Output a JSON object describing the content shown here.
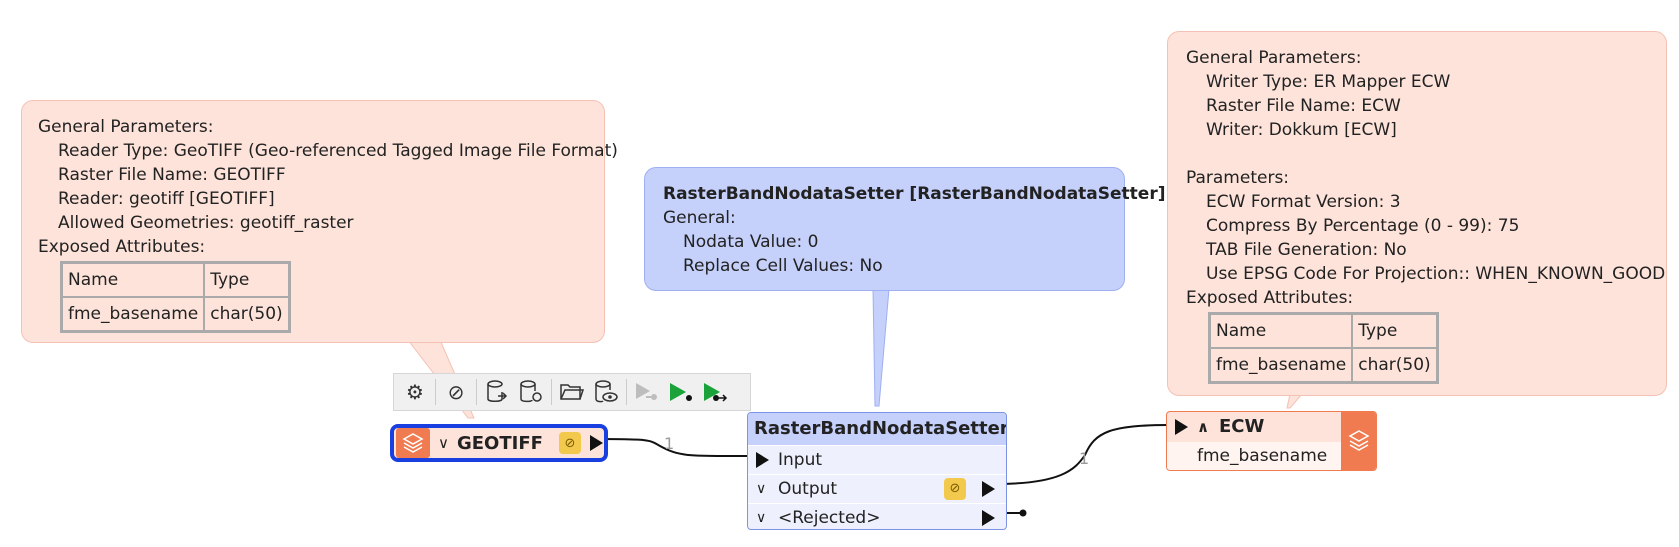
{
  "reader_bubble": {
    "heading": "General Parameters:",
    "lines": [
      "Reader Type: GeoTIFF (Geo-referenced Tagged Image File Format)",
      "Raster File Name: GEOTIFF",
      "Reader: geotiff [GEOTIFF]",
      "Allowed Geometries: geotiff_raster"
    ],
    "exposed_heading": "Exposed Attributes:",
    "table": {
      "headers": [
        "Name",
        "Type"
      ],
      "row": [
        "fme_basename",
        "char(50)"
      ]
    }
  },
  "transformer_bubble": {
    "title": "RasterBandNodataSetter [RasterBandNodataSetter]",
    "section": "General:",
    "lines": [
      "Nodata Value: 0",
      "Replace Cell Values: No"
    ]
  },
  "writer_bubble": {
    "heading": "General Parameters:",
    "general_lines": [
      "Writer Type: ER Mapper ECW",
      "Raster File Name: ECW",
      "Writer: Dokkum [ECW]"
    ],
    "params_heading": "Parameters:",
    "param_lines": [
      "ECW Format Version: 3",
      "Compress By Percentage (0 - 99): 75",
      "TAB File Generation: No",
      "Use EPSG Code For Projection:: WHEN_KNOWN_GOOD"
    ],
    "exposed_heading": "Exposed Attributes:",
    "table": {
      "headers": [
        "Name",
        "Type"
      ],
      "row": [
        "fme_basename",
        "char(50)"
      ]
    }
  },
  "toolbar": {
    "icons": [
      "gear-icon",
      "disable-icon",
      "database-export-icon",
      "database-settings-icon",
      "folder-open-icon",
      "database-view-icon",
      "run-to-this-icon",
      "run-icon",
      "run-from-this-icon"
    ]
  },
  "reader_node": {
    "label": "GEOTIFF",
    "chevron": "∨"
  },
  "transformer_node": {
    "title": "RasterBandNodataSetter",
    "input_port": "Input",
    "output_port": "Output",
    "rejected_port": "<Rejected>",
    "chevron": "∨"
  },
  "writer_node": {
    "label": "ECW",
    "chevron": "∧",
    "attribute": "fme_basename"
  },
  "connections": [
    {
      "from": "GEOTIFF",
      "to": "Input",
      "count": "1"
    },
    {
      "from": "Output",
      "to": "ECW",
      "count": "1"
    }
  ],
  "colors": {
    "reader_writer_bubble": "#fde3da",
    "transformer_bubble": "#c5d0fb",
    "selection": "#1a3fe0",
    "feature_type_icon": "#f07b50",
    "run_green": "#1aa33a"
  }
}
